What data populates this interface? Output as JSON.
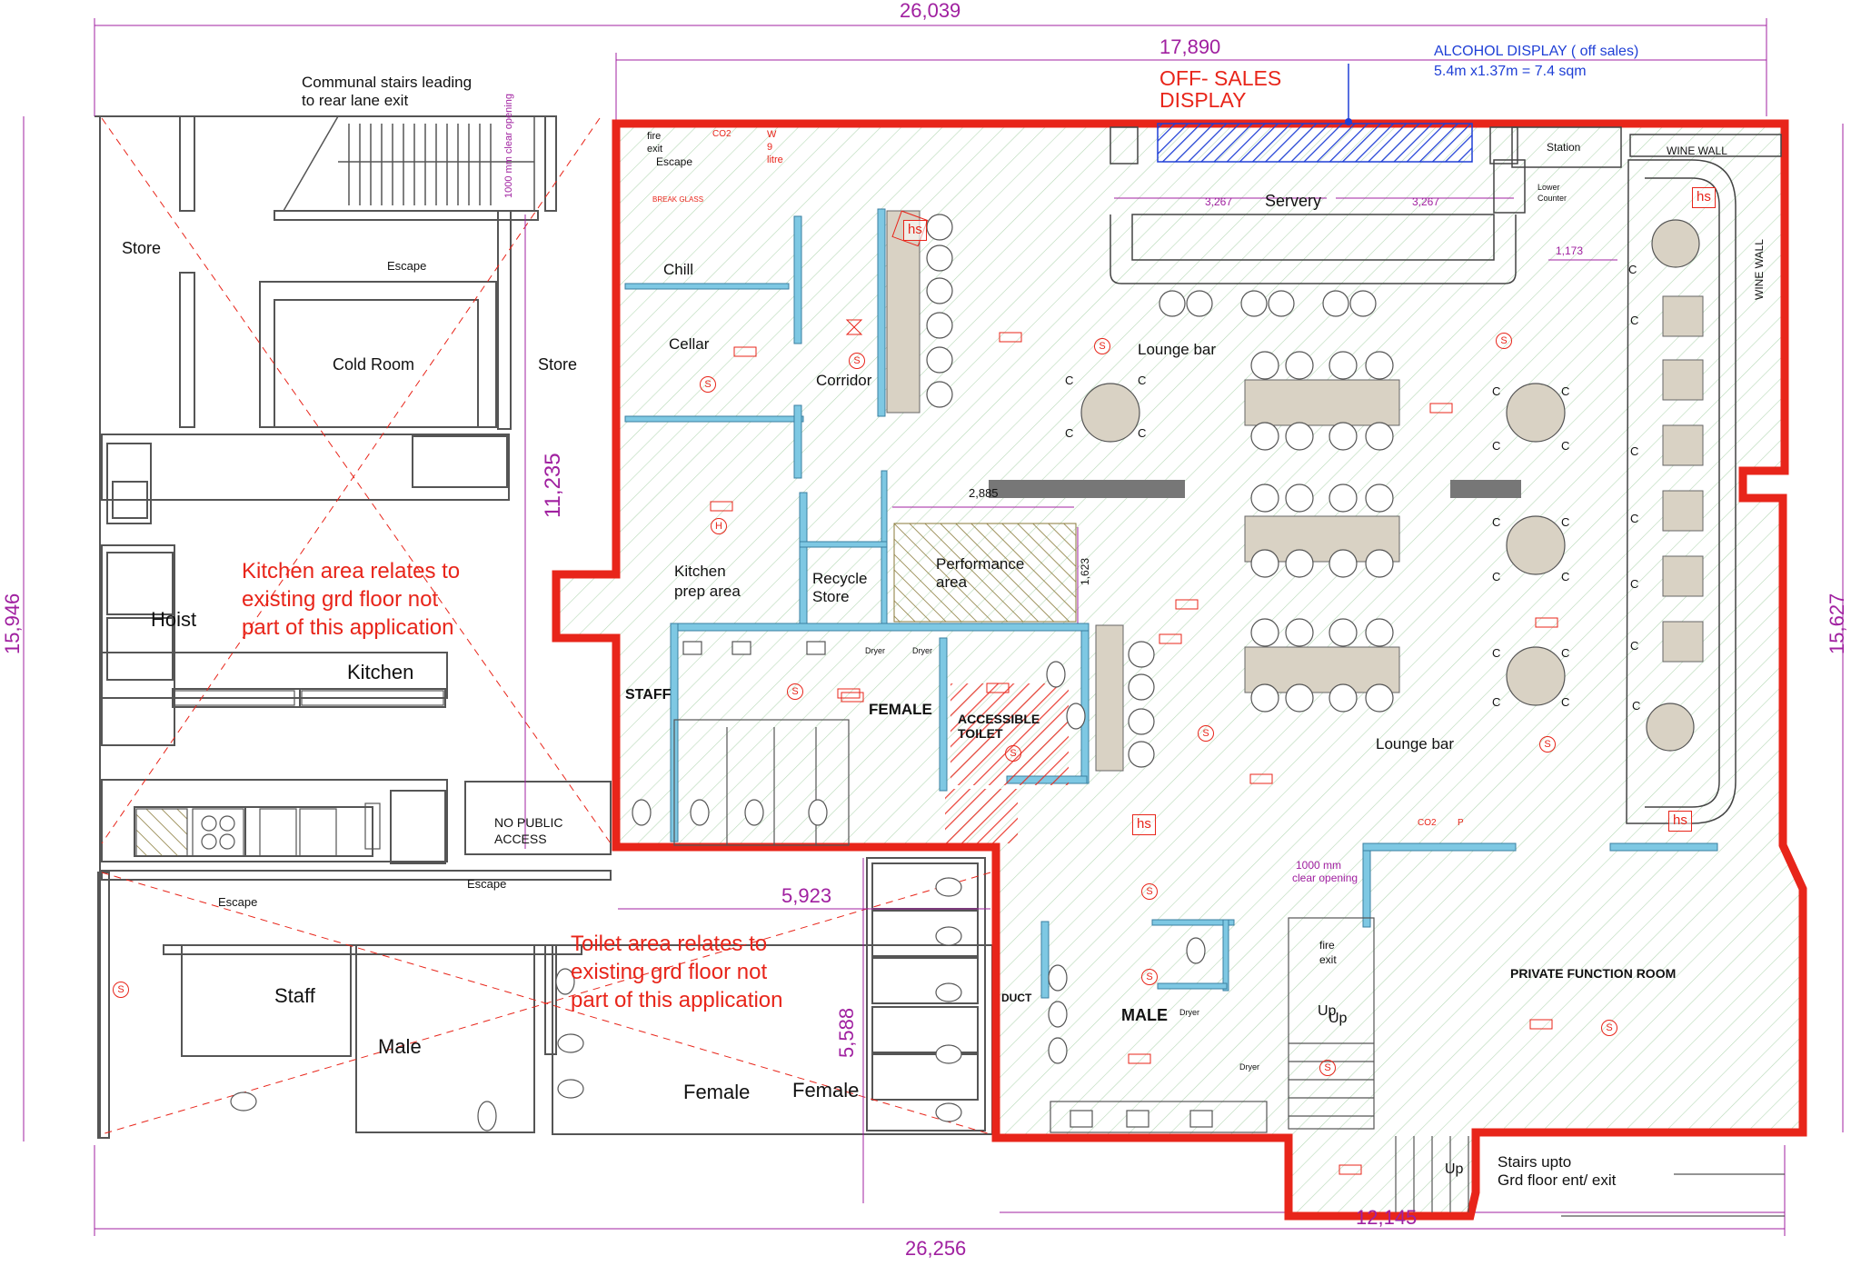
{
  "colors": {
    "boundary": "#e8251a",
    "dimension": "#a020a0",
    "partition": "#7ec8e3",
    "hatch": "#b7d9b7",
    "display": "#1f3fd6",
    "note": "#e8251a"
  },
  "dimensions": {
    "overall_top": "26,039",
    "top_inner": "17,890",
    "overall_bottom": "26,256",
    "bottom_inner": "12,145",
    "left_height": "15,946",
    "right_height": "15,627",
    "mid_vertical": "11,235",
    "toilet_width": "5,923",
    "toilet_height": "5,588",
    "servery_left": "3,267",
    "servery_right": "3,267",
    "perf_width": "2,885",
    "perf_height": "1,623",
    "counter_gap": "1,173",
    "door_clear_top": "1000 mm clear opening",
    "door_clear_mid_a": "1000 mm",
    "door_clear_mid_b": "clear opening"
  },
  "callouts": {
    "alcohol_title": "ALCOHOL DISPLAY ( off sales)",
    "alcohol_size": "5.4m x1.37m = 7.4 sqm",
    "offsales_line1": "OFF- SALES",
    "offsales_line2": "DISPLAY",
    "kitchen_note": [
      "Kitchen area relates to",
      "existing grd floor not",
      "part of this application"
    ],
    "toilet_note": [
      "Toilet area relates to",
      "existing grd floor not",
      "part of this application"
    ],
    "communal_stairs": [
      "Communal stairs leading",
      "to rear lane exit"
    ],
    "stairs_upto": [
      "Stairs upto",
      "Grd floor ent/ exit"
    ]
  },
  "rooms": {
    "store_left": "Store",
    "escape_top": "Escape",
    "cold_room": "Cold Room",
    "store_mid": "Store",
    "hoist": "Hoist",
    "kitchen": "Kitchen",
    "no_public": [
      "NO PUBLIC",
      "ACCESS"
    ],
    "escape_low1": "Escape",
    "escape_low2": "Escape",
    "staff_left": "Staff",
    "male_left": "Male",
    "female_left1": "Female",
    "female_left2": "Female",
    "fire_exit_top": [
      "fire",
      "exit"
    ],
    "escape_fire": "Escape",
    "break_glass": "BREAK GLASS",
    "chill": "Chill",
    "cellar": "Cellar",
    "corridor": "Corridor",
    "kitchen_prep": [
      "Kitchen",
      "prep area"
    ],
    "recycle": [
      "Recycle",
      "Store"
    ],
    "performance": [
      "Performance",
      "area"
    ],
    "staff_wc": "STAFF",
    "female_wc": "FEMALE",
    "accessible": [
      "ACCESSIBLE",
      "TOILET"
    ],
    "dryer": "Dryer",
    "servery": "Servery",
    "station": "Station",
    "lower_counter": [
      "Lower",
      "Counter"
    ],
    "wine_wall": "WINE WALL",
    "lounge_top": "Lounge bar",
    "lounge_bottom": "Lounge bar",
    "male_wc": "MALE",
    "duct": "DUCT",
    "fire_exit_mid": [
      "fire",
      "exit"
    ],
    "up1": "Up",
    "up2": "Up",
    "up3": "Up",
    "private_room": "PRIVATE FUNCTION ROOM",
    "litre": [
      "W",
      "9",
      "litre"
    ],
    "symbol_s": "S",
    "symbol_h": "H",
    "symbol_hs": "hs",
    "symbol_c": "C",
    "symbol_co2": "CO2",
    "symbol_p": "P"
  }
}
